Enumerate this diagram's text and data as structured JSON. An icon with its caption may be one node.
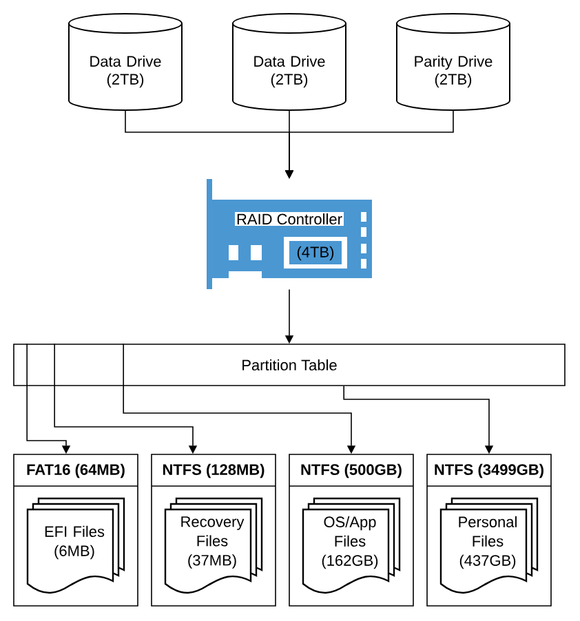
{
  "diagram": {
    "nodes": [
      {
        "text": [
          "Data Drive (2TB)"
        ]
      },
      {
        "text": [
          "Data Drive (2TB)"
        ]
      },
      {
        "text": [
          "Parity Drive (2TB)"
        ]
      },
      {
        "text": [
          "RAID Controller",
          "(4TB)"
        ]
      },
      {
        "text": [
          "Partition Table"
        ]
      },
      {
        "text": [
          "FAT16 (64MB)"
        ]
      },
      {
        "text": [
          "EFI Files (6MB)"
        ],
        "in": 5
      },
      {
        "text": [
          "NTFS (128MB)"
        ]
      },
      {
        "text": [
          "Recovery Files (37MB)"
        ],
        "in": 7
      },
      {
        "text": [
          "NTFS (500GB)"
        ]
      },
      {
        "text": [
          "OS/App Files (162GB)"
        ],
        "in": 9
      },
      {
        "text": [
          "NTFS (3499GB)"
        ]
      },
      {
        "text": [
          "Personal Files (437GB)"
        ],
        "in": 11
      }
    ],
    "edges": [
      {
        "from": 0,
        "to": 3,
        "arrow": "to"
      },
      {
        "from": 1,
        "to": 3,
        "arrow": "to"
      },
      {
        "from": 2,
        "to": 3,
        "arrow": "to"
      },
      {
        "from": 3,
        "to": 4,
        "arrow": "to"
      },
      {
        "from": 4,
        "to": 5,
        "arrow": "to"
      },
      {
        "from": 4,
        "to": 7,
        "arrow": "to"
      },
      {
        "from": 4,
        "to": 9,
        "arrow": "to"
      },
      {
        "from": 4,
        "to": 11,
        "arrow": "to"
      }
    ]
  }
}
